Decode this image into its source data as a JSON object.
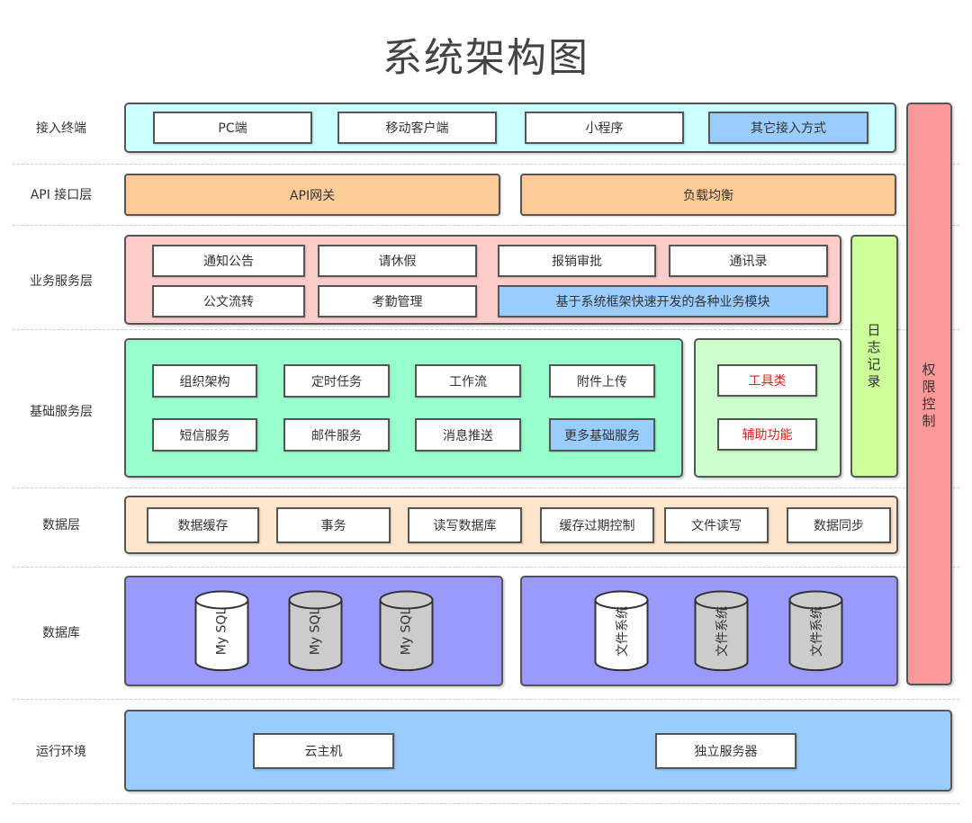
{
  "title": "系统架构图",
  "colors": {
    "access_bg": "#ccffff",
    "api_orange": "#ffcc99",
    "business_bg": "#ffcccc",
    "foundation_bg": "#99ffcc",
    "tools_bg": "#ccffcc",
    "log_bg": "#ccff99",
    "data_bg": "#ffe6cc",
    "db_bg": "#9999ff",
    "runtime_bg": "#99ccff",
    "permission_bg": "#ff9999",
    "highlight_blue": "#99ccff",
    "red_text": "#e0201c"
  },
  "layers": {
    "access": {
      "label": "接入终端",
      "items": [
        "PC端",
        "移动客户端",
        "小程序",
        "其它接入方式"
      ]
    },
    "api": {
      "label": "API 接口层",
      "items": [
        "API网关",
        "负载均衡"
      ]
    },
    "business": {
      "label": "业务服务层",
      "items": [
        "通知公告",
        "请休假",
        "报销审批",
        "通讯录",
        "公文流转",
        "考勤管理",
        "基于系统框架快速开发的各种业务模块"
      ]
    },
    "foundation": {
      "label": "基础服务层",
      "items": [
        "组织架构",
        "定时任务",
        "工作流",
        "附件上传",
        "短信服务",
        "邮件服务",
        "消息推送",
        "更多基础服务"
      ],
      "tools": [
        "工具类",
        "辅助功能"
      ]
    },
    "data": {
      "label": "数据层",
      "items": [
        "数据缓存",
        "事务",
        "读写数据库",
        "缓存过期控制",
        "文件读写",
        "数据同步"
      ]
    },
    "database": {
      "label": "数据库",
      "mysql": [
        "My SQL",
        "My SQL",
        "My SQL"
      ],
      "files": [
        "文件系统",
        "文件系统",
        "文件系统"
      ]
    },
    "runtime": {
      "label": "运行环境",
      "items": [
        "云主机",
        "独立服务器"
      ]
    }
  },
  "side": {
    "log": "日志记录",
    "permission": "权限控制"
  }
}
